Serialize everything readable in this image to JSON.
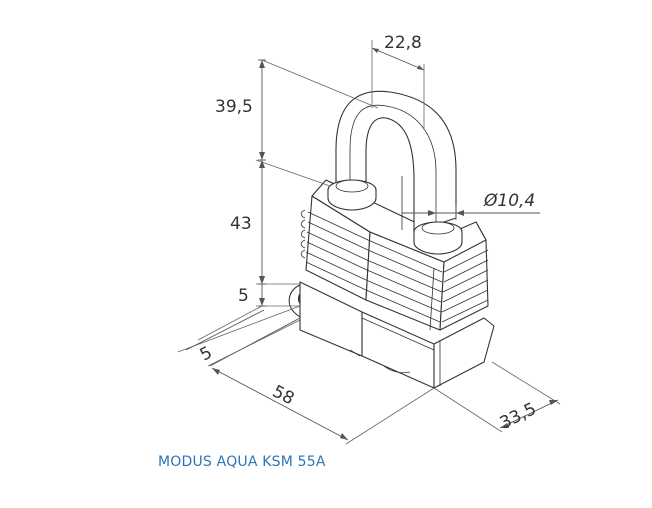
{
  "caption": "MODUS AQUA KSM 55A",
  "dimensions": {
    "shackle_width": "22,8",
    "shackle_height": "39,5",
    "body_height": "43",
    "base_height": "5",
    "shackle_diameter": "Ø10,4",
    "depth_offset": "5",
    "body_width": "58",
    "body_depth": "33,5"
  },
  "colors": {
    "caption": "#2e75b6",
    "lines": "#333333"
  }
}
